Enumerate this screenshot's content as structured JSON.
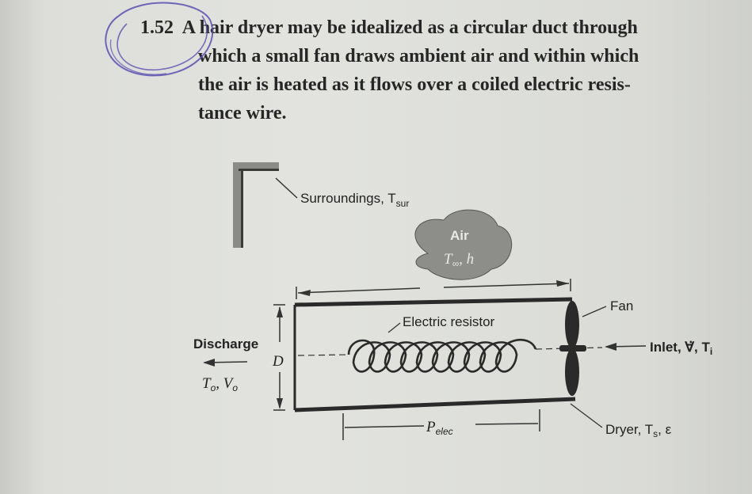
{
  "problem": {
    "number": "1.52",
    "lines": [
      "A hair dryer may be idealized as a circular duct through",
      "which a small fan draws ambient air and within which",
      "the air is heated as it flows over a coiled electric resis-",
      "tance wire."
    ]
  },
  "diagram": {
    "surroundings": "Surroundings, T",
    "surroundings_sub": "sur",
    "air_line1": "Air",
    "air_line2": "T",
    "air_sub": "∞",
    "air_h": ", h",
    "fan": "Fan",
    "electric_resistor": "Electric resistor",
    "discharge": "Discharge",
    "discharge_vars": "T",
    "discharge_sub_o": "o",
    "discharge_v": ", V",
    "discharge_sub_o2": "o",
    "diameter": "D",
    "inlet": "Inlet, ∀̇, T",
    "inlet_sub": "i",
    "p_elec": "P",
    "p_elec_sub": "elec",
    "dryer": "Dryer, T",
    "dryer_sub": "s",
    "dryer_eps": ", ε"
  }
}
